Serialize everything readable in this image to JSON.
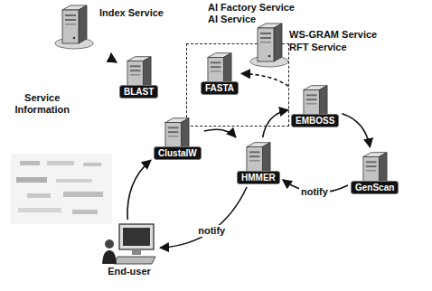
{
  "diagram": {
    "nodes": [
      {
        "text": [
          "Index Service"
        ]
      },
      {
        "text": [
          "BLAST"
        ]
      },
      {
        "text": [
          "AI Factory Service",
          "AI Service",
          "WS-GRAM Service",
          "RFT Service"
        ]
      },
      {
        "text": [
          "FASTA"
        ],
        "in": 2
      },
      {
        "text": [
          "ClustalW"
        ]
      },
      {
        "text": [
          "EMBOSS"
        ]
      },
      {
        "text": [
          "HMMER"
        ]
      },
      {
        "text": [
          "GenScan"
        ]
      },
      {
        "text": [
          "End-user"
        ]
      }
    ],
    "edges": [
      {
        "from": 0,
        "to": 1,
        "label": "Service Information",
        "arrow": "both"
      },
      {
        "from": 8,
        "to": 4,
        "arrow": "to"
      },
      {
        "from": 4,
        "to": 6,
        "arrow": "to"
      },
      {
        "from": 6,
        "to": 5,
        "arrow": "to"
      },
      {
        "from": 5,
        "to": 3,
        "arrow": "to"
      },
      {
        "from": 5,
        "to": 7,
        "arrow": "to"
      },
      {
        "from": 7,
        "to": 6,
        "label": "notify",
        "arrow": "to"
      },
      {
        "from": 6,
        "to": 8,
        "label": "notify",
        "arrow": "to"
      }
    ]
  }
}
